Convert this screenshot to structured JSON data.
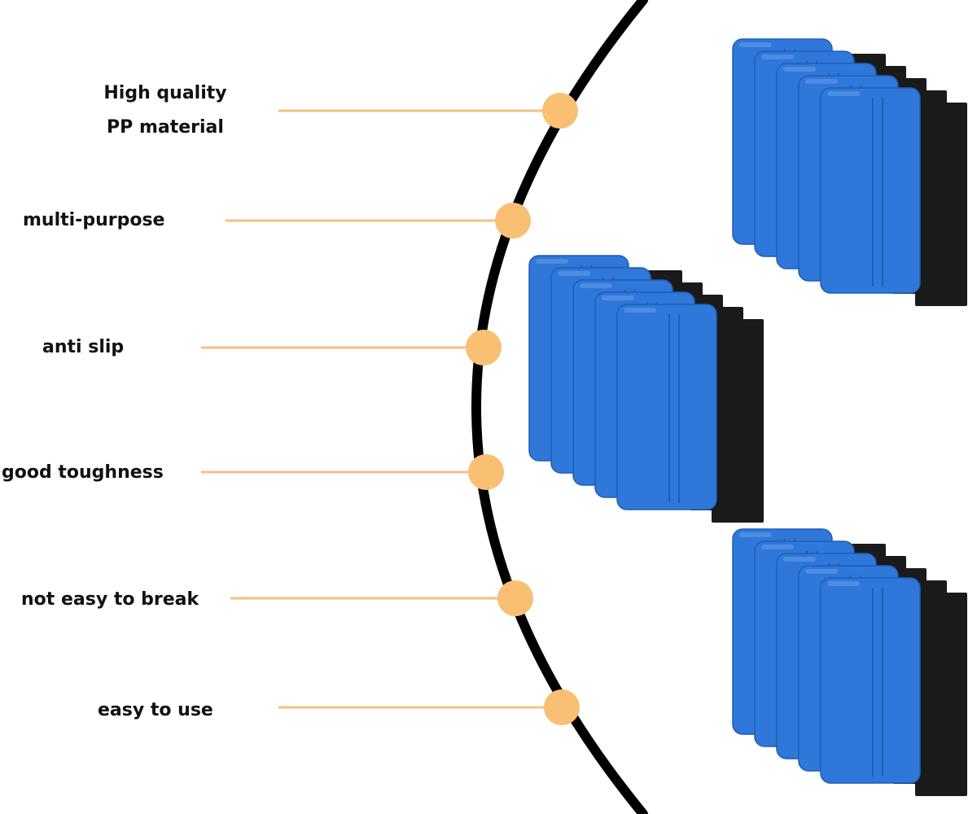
{
  "colors": {
    "background": "#ffffff",
    "arc": "#000000",
    "connector": "#f2c185",
    "dot": "#f9bf72",
    "text": "#111111",
    "squeegee_blue": "#2f77d8",
    "squeegee_blue_dark": "#1f5fb9",
    "felt": "#1a1a1a"
  },
  "features": [
    {
      "id": "high-quality-pp",
      "lines": [
        "High quality",
        "PP material"
      ]
    },
    {
      "id": "multi-purpose",
      "lines": [
        "multi-purpose"
      ]
    },
    {
      "id": "anti-slip",
      "lines": [
        "anti slip"
      ]
    },
    {
      "id": "good-toughness",
      "lines": [
        "good toughness"
      ]
    },
    {
      "id": "not-easy-to-break",
      "lines": [
        "not easy to break"
      ]
    },
    {
      "id": "easy-to-use",
      "lines": [
        "easy to use"
      ]
    }
  ],
  "product": {
    "stacks": 3,
    "cards_per_stack": 5,
    "icon": "felt-edge-squeegee-icon"
  }
}
